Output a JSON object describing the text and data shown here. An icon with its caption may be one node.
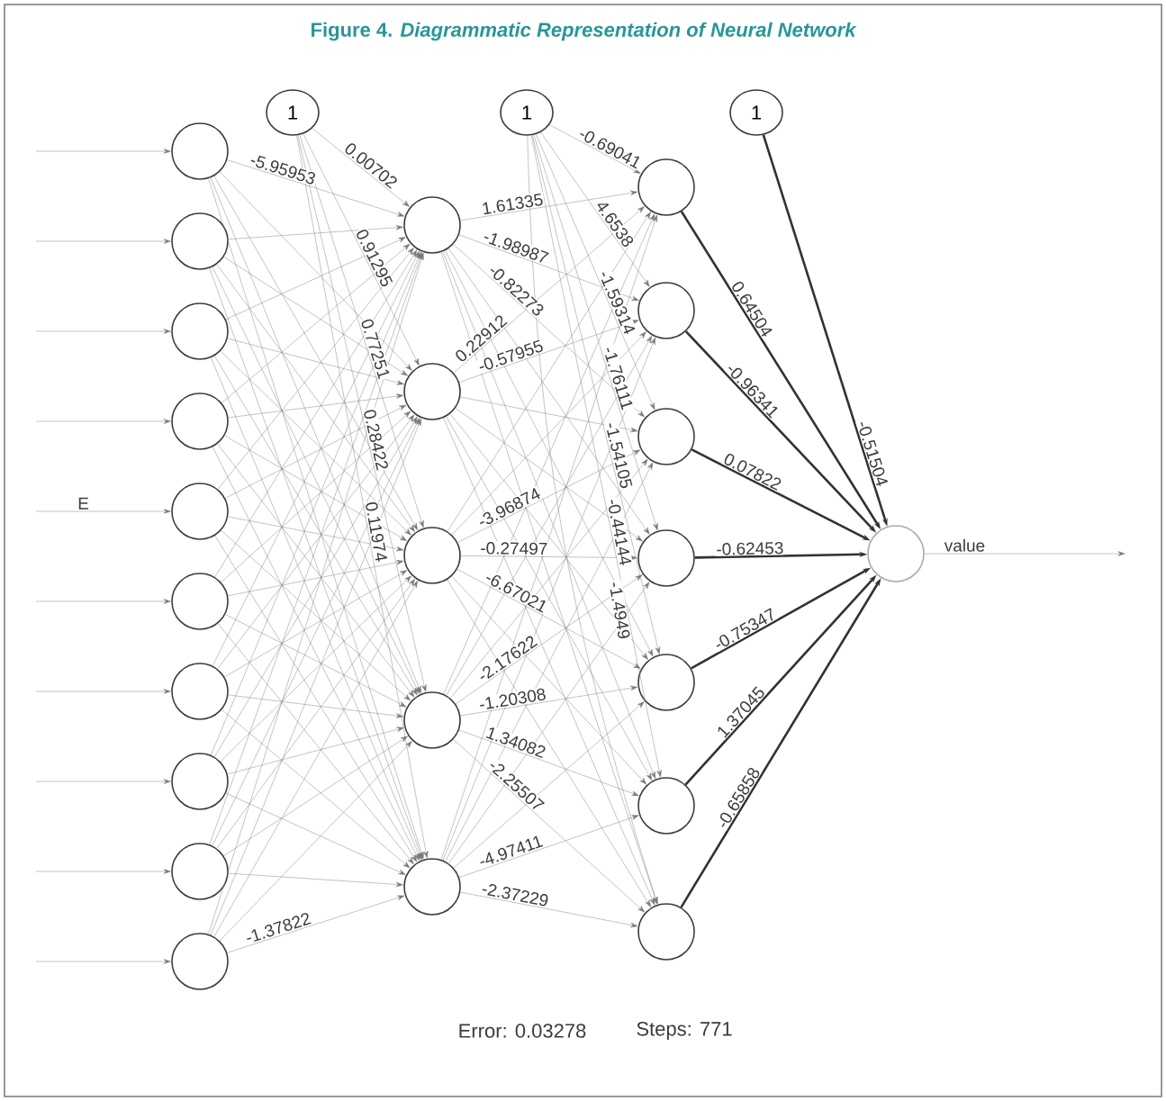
{
  "diagram": {
    "title": "Figure 4. *Diagrammatic Representation of Neural Network*",
    "nodes": [
      {
        "text": [],
        "shape": "circle"
      },
      {
        "text": [],
        "shape": "circle"
      },
      {
        "text": [],
        "shape": "circle"
      },
      {
        "text": [],
        "shape": "circle"
      },
      {
        "text": [],
        "shape": "circle"
      },
      {
        "text": [],
        "shape": "circle"
      },
      {
        "text": [],
        "shape": "circle"
      },
      {
        "text": [],
        "shape": "circle"
      },
      {
        "text": [],
        "shape": "circle"
      },
      {
        "text": [],
        "shape": "circle"
      },
      {
        "text": [
          "1"
        ]
      },
      {
        "text": [
          "1"
        ]
      },
      {
        "text": [
          "1"
        ]
      },
      {
        "text": [],
        "shape": "circle"
      },
      {
        "text": [],
        "shape": "circle"
      },
      {
        "text": [],
        "shape": "circle"
      },
      {
        "text": [],
        "shape": "circle"
      },
      {
        "text": [],
        "shape": "circle"
      },
      {
        "text": [],
        "shape": "circle"
      },
      {
        "text": [],
        "shape": "circle"
      },
      {
        "text": [],
        "shape": "circle"
      },
      {
        "text": [],
        "shape": "circle"
      },
      {
        "text": [],
        "shape": "circle"
      },
      {
        "text": [],
        "shape": "circle"
      },
      {
        "text": [],
        "shape": "circle"
      },
      {
        "text": [],
        "shape": "circle"
      }
    ],
    "edges": [
      {
        "from": null,
        "to": 0,
        "arrow": "to"
      },
      {
        "from": null,
        "to": 1,
        "arrow": "to"
      },
      {
        "from": null,
        "to": 2,
        "arrow": "to"
      },
      {
        "from": null,
        "to": 3,
        "arrow": "to"
      },
      {
        "from": null,
        "to": 4,
        "arrow": "to",
        "label": "E"
      },
      {
        "from": null,
        "to": 5,
        "arrow": "to"
      },
      {
        "from": null,
        "to": 6,
        "arrow": "to"
      },
      {
        "from": null,
        "to": 7,
        "arrow": "to"
      },
      {
        "from": null,
        "to": 8,
        "arrow": "to"
      },
      {
        "from": null,
        "to": 9,
        "arrow": "to"
      },
      {
        "from": 0,
        "to": 13,
        "arrow": "to",
        "label": "-5.95953"
      },
      {
        "from": 0,
        "to": 14,
        "arrow": "to"
      },
      {
        "from": 0,
        "to": 15,
        "arrow": "to"
      },
      {
        "from": 0,
        "to": 16,
        "arrow": "to"
      },
      {
        "from": 0,
        "to": 17,
        "arrow": "to"
      },
      {
        "from": 1,
        "to": 13,
        "arrow": "to"
      },
      {
        "from": 1,
        "to": 14,
        "arrow": "to"
      },
      {
        "from": 1,
        "to": 15,
        "arrow": "to"
      },
      {
        "from": 1,
        "to": 16,
        "arrow": "to"
      },
      {
        "from": 1,
        "to": 17,
        "arrow": "to"
      },
      {
        "from": 2,
        "to": 13,
        "arrow": "to"
      },
      {
        "from": 2,
        "to": 14,
        "arrow": "to"
      },
      {
        "from": 2,
        "to": 15,
        "arrow": "to"
      },
      {
        "from": 2,
        "to": 16,
        "arrow": "to"
      },
      {
        "from": 2,
        "to": 17,
        "arrow": "to"
      },
      {
        "from": 3,
        "to": 13,
        "arrow": "to"
      },
      {
        "from": 3,
        "to": 14,
        "arrow": "to"
      },
      {
        "from": 3,
        "to": 15,
        "arrow": "to"
      },
      {
        "from": 3,
        "to": 16,
        "arrow": "to"
      },
      {
        "from": 3,
        "to": 17,
        "arrow": "to"
      },
      {
        "from": 4,
        "to": 13,
        "arrow": "to"
      },
      {
        "from": 4,
        "to": 14,
        "arrow": "to"
      },
      {
        "from": 4,
        "to": 15,
        "arrow": "to"
      },
      {
        "from": 4,
        "to": 16,
        "arrow": "to"
      },
      {
        "from": 4,
        "to": 17,
        "arrow": "to"
      },
      {
        "from": 5,
        "to": 13,
        "arrow": "to"
      },
      {
        "from": 5,
        "to": 14,
        "arrow": "to"
      },
      {
        "from": 5,
        "to": 15,
        "arrow": "to"
      },
      {
        "from": 5,
        "to": 16,
        "arrow": "to"
      },
      {
        "from": 5,
        "to": 17,
        "arrow": "to"
      },
      {
        "from": 6,
        "to": 13,
        "arrow": "to"
      },
      {
        "from": 6,
        "to": 14,
        "arrow": "to"
      },
      {
        "from": 6,
        "to": 15,
        "arrow": "to"
      },
      {
        "from": 6,
        "to": 16,
        "arrow": "to"
      },
      {
        "from": 6,
        "to": 17,
        "arrow": "to"
      },
      {
        "from": 7,
        "to": 13,
        "arrow": "to"
      },
      {
        "from": 7,
        "to": 14,
        "arrow": "to"
      },
      {
        "from": 7,
        "to": 15,
        "arrow": "to"
      },
      {
        "from": 7,
        "to": 16,
        "arrow": "to"
      },
      {
        "from": 7,
        "to": 17,
        "arrow": "to"
      },
      {
        "from": 8,
        "to": 13,
        "arrow": "to"
      },
      {
        "from": 8,
        "to": 14,
        "arrow": "to"
      },
      {
        "from": 8,
        "to": 15,
        "arrow": "to"
      },
      {
        "from": 8,
        "to": 16,
        "arrow": "to"
      },
      {
        "from": 8,
        "to": 17,
        "arrow": "to"
      },
      {
        "from": 9,
        "to": 13,
        "arrow": "to"
      },
      {
        "from": 9,
        "to": 14,
        "arrow": "to"
      },
      {
        "from": 9,
        "to": 15,
        "arrow": "to"
      },
      {
        "from": 9,
        "to": 16,
        "arrow": "to"
      },
      {
        "from": 9,
        "to": 17,
        "arrow": "to",
        "label": "-1.37822"
      },
      {
        "from": 10,
        "to": 13,
        "arrow": "to",
        "label": "0.00702"
      },
      {
        "from": 10,
        "to": 14,
        "arrow": "to",
        "label": "0.91295"
      },
      {
        "from": 10,
        "to": 15,
        "arrow": "to",
        "label": "0.77251"
      },
      {
        "from": 10,
        "to": 16,
        "arrow": "to",
        "label": "0.28422"
      },
      {
        "from": 10,
        "to": 17,
        "arrow": "to",
        "label": "0.11974"
      },
      {
        "from": 13,
        "to": 18,
        "arrow": "to",
        "label": "1.61335"
      },
      {
        "from": 13,
        "to": 19,
        "arrow": "to",
        "label": "-1.98987"
      },
      {
        "from": 13,
        "to": 20,
        "arrow": "to",
        "label": "-0.82273"
      },
      {
        "from": 13,
        "to": 21,
        "arrow": "to"
      },
      {
        "from": 13,
        "to": 22,
        "arrow": "to"
      },
      {
        "from": 13,
        "to": 23,
        "arrow": "to"
      },
      {
        "from": 13,
        "to": 24,
        "arrow": "to"
      },
      {
        "from": 14,
        "to": 18,
        "arrow": "to",
        "label": "0.22912"
      },
      {
        "from": 14,
        "to": 19,
        "arrow": "to",
        "label": "-0.57955"
      },
      {
        "from": 14,
        "to": 20,
        "arrow": "to"
      },
      {
        "from": 14,
        "to": 21,
        "arrow": "to"
      },
      {
        "from": 14,
        "to": 22,
        "arrow": "to"
      },
      {
        "from": 14,
        "to": 23,
        "arrow": "to"
      },
      {
        "from": 14,
        "to": 24,
        "arrow": "to"
      },
      {
        "from": 15,
        "to": 18,
        "arrow": "to"
      },
      {
        "from": 15,
        "to": 19,
        "arrow": "to"
      },
      {
        "from": 15,
        "to": 20,
        "arrow": "to",
        "label": "-3.96874"
      },
      {
        "from": 15,
        "to": 21,
        "arrow": "to",
        "label": "-0.27497"
      },
      {
        "from": 15,
        "to": 22,
        "arrow": "to",
        "label": "-6.67021"
      },
      {
        "from": 15,
        "to": 23,
        "arrow": "to"
      },
      {
        "from": 15,
        "to": 24,
        "arrow": "to"
      },
      {
        "from": 16,
        "to": 18,
        "arrow": "to"
      },
      {
        "from": 16,
        "to": 19,
        "arrow": "to"
      },
      {
        "from": 16,
        "to": 20,
        "arrow": "to"
      },
      {
        "from": 16,
        "to": 21,
        "arrow": "to",
        "label": "-2.17622"
      },
      {
        "from": 16,
        "to": 22,
        "arrow": "to",
        "label": "-1.20308"
      },
      {
        "from": 16,
        "to": 23,
        "arrow": "to",
        "label": "1.34082"
      },
      {
        "from": 16,
        "to": 24,
        "arrow": "to",
        "label": "-2.25507"
      },
      {
        "from": 17,
        "to": 18,
        "arrow": "to"
      },
      {
        "from": 17,
        "to": 19,
        "arrow": "to"
      },
      {
        "from": 17,
        "to": 20,
        "arrow": "to"
      },
      {
        "from": 17,
        "to": 21,
        "arrow": "to"
      },
      {
        "from": 17,
        "to": 22,
        "arrow": "to"
      },
      {
        "from": 17,
        "to": 23,
        "arrow": "to",
        "label": "-4.97411"
      },
      {
        "from": 17,
        "to": 24,
        "arrow": "to",
        "label": "-2.37229"
      },
      {
        "from": 11,
        "to": 18,
        "arrow": "to",
        "label": "-0.69041"
      },
      {
        "from": 11,
        "to": 19,
        "arrow": "to",
        "label": "4.6538"
      },
      {
        "from": 11,
        "to": 20,
        "arrow": "to",
        "label": "-1.59314"
      },
      {
        "from": 11,
        "to": 21,
        "arrow": "to",
        "label": "-1.76111"
      },
      {
        "from": 11,
        "to": 22,
        "arrow": "to",
        "label": "-1.54105"
      },
      {
        "from": 11,
        "to": 23,
        "arrow": "to",
        "label": "-0.44144"
      },
      {
        "from": 11,
        "to": 24,
        "arrow": "to",
        "label": "-1.4949"
      },
      {
        "from": 18,
        "to": 25,
        "arrow": "to",
        "label": "0.64504",
        "style": "thick"
      },
      {
        "from": 19,
        "to": 25,
        "arrow": "to",
        "label": "-0.96341",
        "style": "thick"
      },
      {
        "from": 20,
        "to": 25,
        "arrow": "to",
        "label": "0.07822",
        "style": "thick"
      },
      {
        "from": 21,
        "to": 25,
        "arrow": "to",
        "label": "-0.62453",
        "style": "thick"
      },
      {
        "from": 22,
        "to": 25,
        "arrow": "to",
        "label": "-0.75347",
        "style": "thick"
      },
      {
        "from": 23,
        "to": 25,
        "arrow": "to",
        "label": "1.37045",
        "style": "thick"
      },
      {
        "from": 24,
        "to": 25,
        "arrow": "to",
        "label": "-0.65858",
        "style": "thick"
      },
      {
        "from": 12,
        "to": 25,
        "arrow": "to",
        "label": "-0.51504",
        "style": "thick"
      },
      {
        "from": 25,
        "to": null,
        "arrow": "to",
        "label": "value"
      }
    ],
    "labels": [
      "Error: 0.03278",
      "Steps: 771"
    ]
  }
}
